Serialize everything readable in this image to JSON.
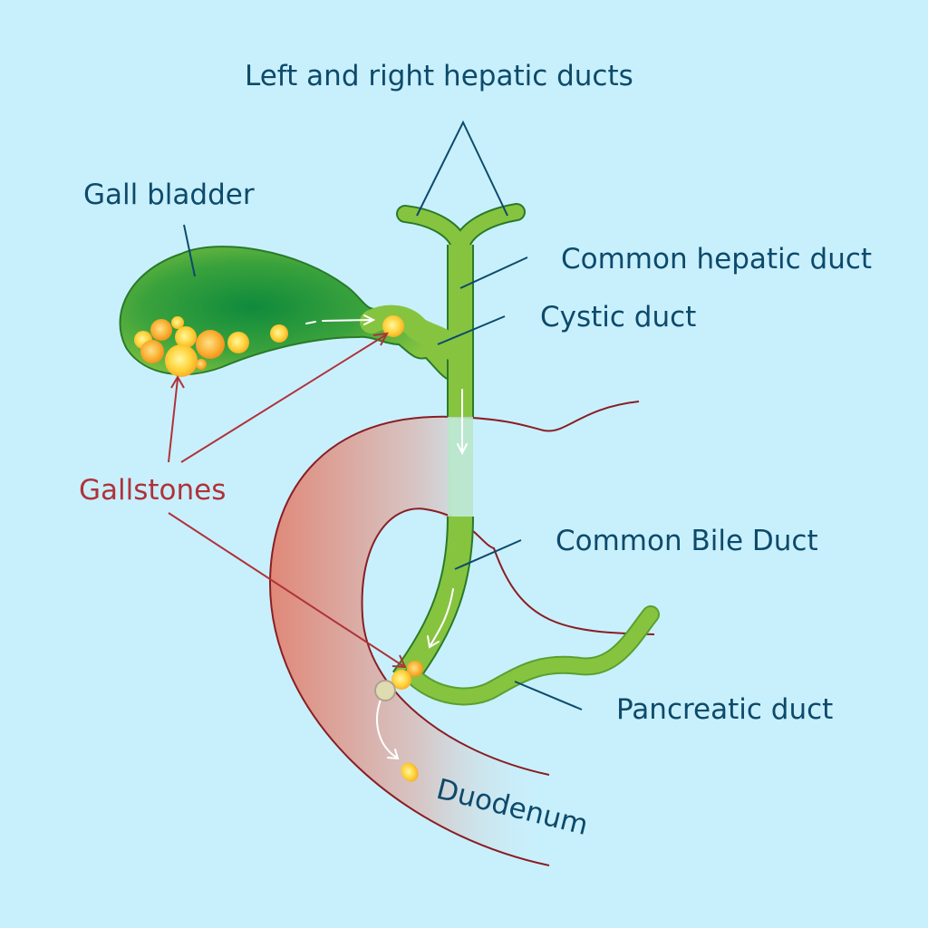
{
  "title": "Gallstones in the biliary system",
  "labels": {
    "hepatic_ducts": "Left and right hepatic ducts",
    "gall_bladder": "Gall bladder",
    "common_hepatic_duct": "Common hepatic duct",
    "cystic_duct": "Cystic duct",
    "gallstones": "Gallstones",
    "common_bile_duct": "Common Bile Duct",
    "pancreatic_duct": "Pancreatic duct",
    "duodenum": "Duodenum"
  },
  "colors": {
    "background": "#c8f0fc",
    "label_text": "#0d4a6b",
    "gallstone_label": "#b0323a",
    "duct_green": "#86c440",
    "duct_outline": "#2a7a2a",
    "organ_outline": "#8a1e24",
    "stone_yellow": "#ffd23a"
  }
}
